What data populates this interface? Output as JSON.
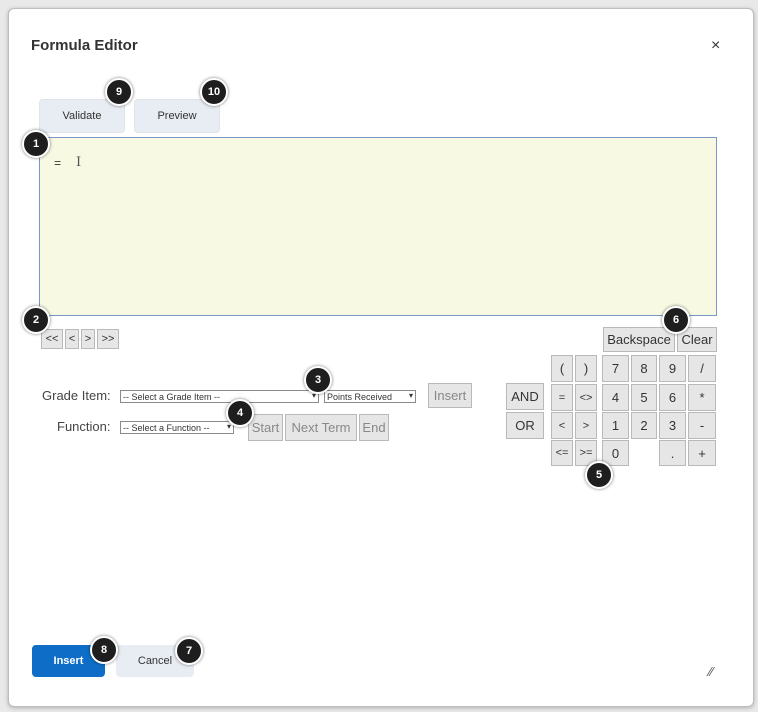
{
  "dialog": {
    "title": "Formula Editor",
    "close_glyph": "×"
  },
  "tabs": {
    "validate": "Validate",
    "preview": "Preview"
  },
  "editor": {
    "prefix": "=",
    "cursor_glyph": "I"
  },
  "nav": {
    "first": "<<",
    "prev": "<",
    "next": ">",
    "last": ">>"
  },
  "grade_row": {
    "label": "Grade Item:",
    "select_value": "-- Select a Grade Item --",
    "type_value": "Points Received",
    "insert": "Insert"
  },
  "function_row": {
    "label": "Function:",
    "select_value": "-- Select a Function --",
    "start": "Start",
    "next_term": "Next Term",
    "end": "End"
  },
  "keypad": {
    "backspace": "Backspace",
    "clear": "Clear",
    "and": "AND",
    "or": "OR",
    "paren_open": "(",
    "paren_close": ")",
    "eq": "=",
    "neq": "<>",
    "lt": "<",
    "gt": ">",
    "lte": "<=",
    "gte": ">=",
    "k7": "7",
    "k8": "8",
    "k9": "9",
    "div": "/",
    "k4": "4",
    "k5": "5",
    "k6": "6",
    "mul": "*",
    "k1": "1",
    "k2": "2",
    "k3": "3",
    "sub": "-",
    "k0": "0",
    "dot": ".",
    "add": "+"
  },
  "footer": {
    "insert": "Insert",
    "cancel": "Cancel",
    "resize_glyph": "⁄⁄"
  },
  "badges": [
    "1",
    "2",
    "3",
    "4",
    "5",
    "6",
    "7",
    "8",
    "9",
    "10"
  ],
  "colors": {
    "primary": "#0e6ec7",
    "editor_bg": "#f7f9e3",
    "editor_border": "#7b97c4"
  }
}
